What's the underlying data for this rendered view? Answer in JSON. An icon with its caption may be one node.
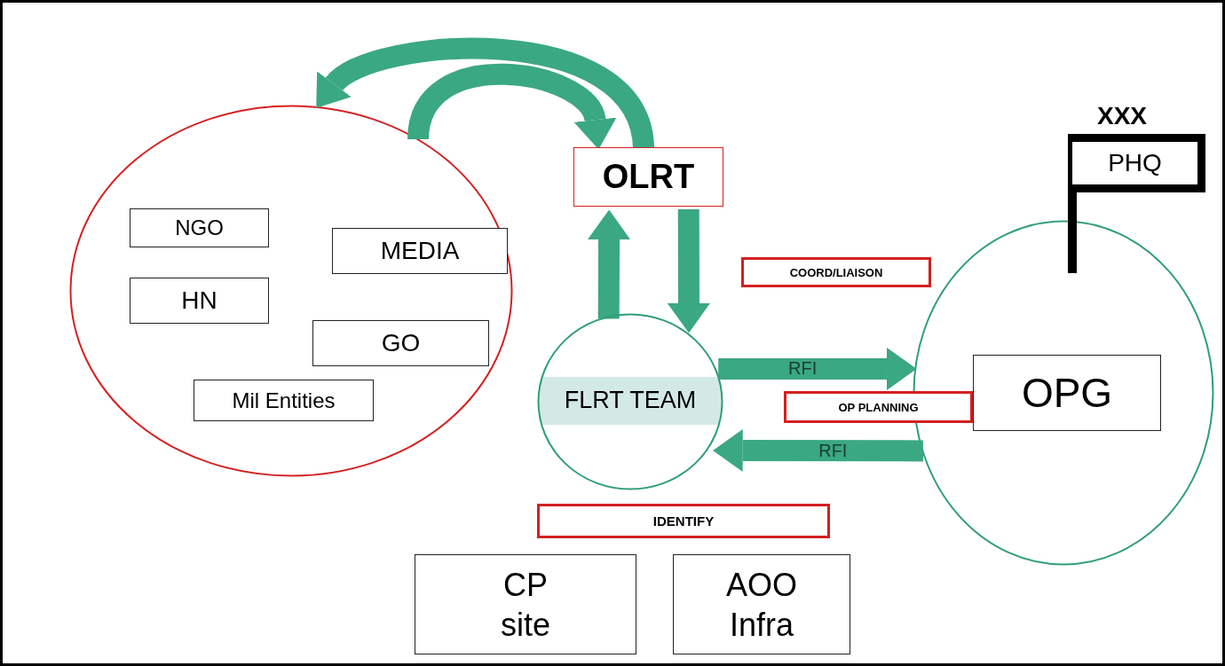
{
  "diagram": {
    "nodes": [
      {
        "text": [],
        "shape": "ellipse"
      },
      {
        "text": [
          "NGO"
        ],
        "in": 0
      },
      {
        "text": [
          "MEDIA"
        ],
        "in": 0
      },
      {
        "text": [
          "HN"
        ],
        "in": 0
      },
      {
        "text": [
          "GO"
        ],
        "in": 0
      },
      {
        "text": [
          "Mil Entities"
        ],
        "in": 0
      },
      {
        "text": [
          "OLRT"
        ]
      },
      {
        "text": [
          "COORD/LIAISON"
        ]
      },
      {
        "text": [
          "FLRT TEAM"
        ]
      },
      {
        "text": [],
        "shape": "ellipse"
      },
      {
        "text": [
          "OPG"
        ],
        "in": 9
      },
      {
        "text": [
          "XXX",
          "PHQ"
        ]
      },
      {
        "text": [
          "OP PLANNING"
        ]
      },
      {
        "text": [
          "IDENTIFY"
        ]
      },
      {
        "text": [
          "CP site"
        ]
      },
      {
        "text": [
          "AOO Infra"
        ]
      }
    ],
    "edges": [
      {
        "from": 6,
        "to": 0,
        "arrow": "to"
      },
      {
        "from": 0,
        "to": 6,
        "arrow": "to"
      },
      {
        "from": 8,
        "to": 6,
        "arrow": "to"
      },
      {
        "from": 6,
        "to": 8,
        "arrow": "to"
      },
      {
        "from": 8,
        "to": 9,
        "arrow": "to",
        "label": "RFI"
      },
      {
        "from": 9,
        "to": 8,
        "arrow": "to",
        "label": "RFI"
      }
    ]
  }
}
